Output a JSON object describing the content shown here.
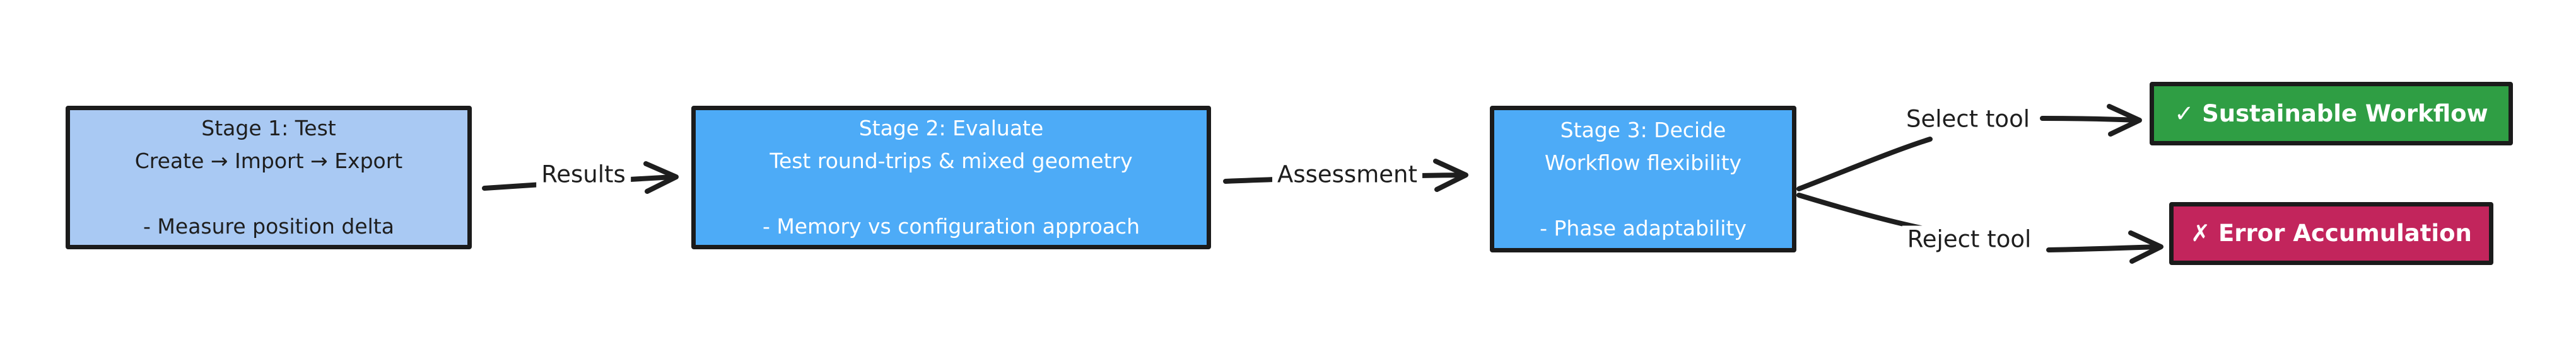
{
  "diagram_type": "flowchart",
  "style": "hand-drawn",
  "nodes": [
    {
      "id": "stage1",
      "lines": [
        "Stage 1: Test",
        "Create → Import → Export",
        "",
        "- Measure position delta"
      ],
      "fill": "#a9c9f3",
      "text_color": "#1e1e1e",
      "border_color": "#1b1b1b"
    },
    {
      "id": "stage2",
      "lines": [
        "Stage 2: Evaluate",
        "Test round-trips & mixed geometry",
        "",
        "- Memory vs configuration approach"
      ],
      "fill": "#4dabf7",
      "text_color": "#ffffff",
      "border_color": "#1b1b1b"
    },
    {
      "id": "stage3",
      "lines": [
        "Stage 3: Decide",
        "Workflow flexibility",
        "",
        "- Phase adaptability"
      ],
      "fill": "#4dabf7",
      "text_color": "#ffffff",
      "border_color": "#1b1b1b"
    },
    {
      "id": "outcome-accept",
      "lines": [
        "✓ Sustainable Workflow"
      ],
      "fill": "#2f9e44",
      "text_color": "#ffffff",
      "border_color": "#1b1b1b"
    },
    {
      "id": "outcome-reject",
      "lines": [
        "✗ Error Accumulation"
      ],
      "fill": "#c2255c",
      "text_color": "#ffffff",
      "border_color": "#1b1b1b"
    }
  ],
  "edges": [
    {
      "label": "Results",
      "from": "stage1",
      "to": "stage2"
    },
    {
      "label": "Assessment",
      "from": "stage2",
      "to": "stage3"
    },
    {
      "label": "Select tool",
      "from": "stage3",
      "to": "outcome-accept"
    },
    {
      "label": "Reject tool",
      "from": "stage3",
      "to": "outcome-reject"
    }
  ],
  "colors": {
    "background": "#ffffff",
    "stroke": "#1e1e1e",
    "stage1_fill": "#a9c9f3",
    "stage_fill": "#4dabf7",
    "accept_fill": "#2f9e44",
    "reject_fill": "#c2255c"
  }
}
